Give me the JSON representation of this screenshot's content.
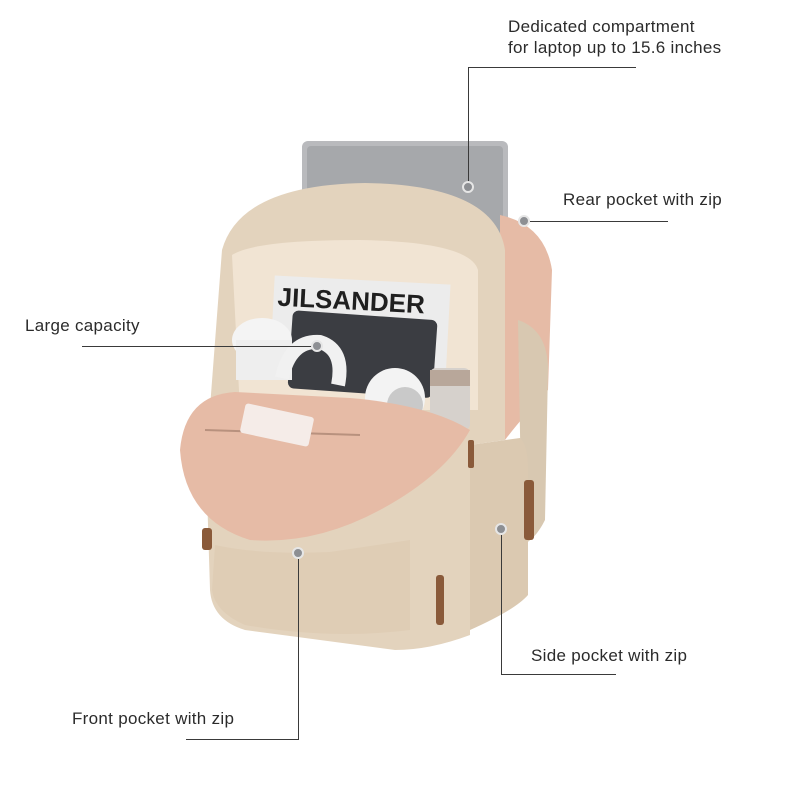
{
  "callouts": {
    "laptop": {
      "line1": "Dedicated compartment",
      "line2": "for laptop up to 15.6 inches"
    },
    "rear": "Rear pocket with zip",
    "capacity": "Large capacity",
    "side": "Side pocket with zip",
    "front": "Front pocket with zip"
  },
  "product": {
    "magazine_text": "JILSANDER",
    "colors": {
      "body": "#e3d3bd",
      "lining": "#e6bba6",
      "trim": "#8a5a3a",
      "laptop": "#b9babd"
    }
  }
}
